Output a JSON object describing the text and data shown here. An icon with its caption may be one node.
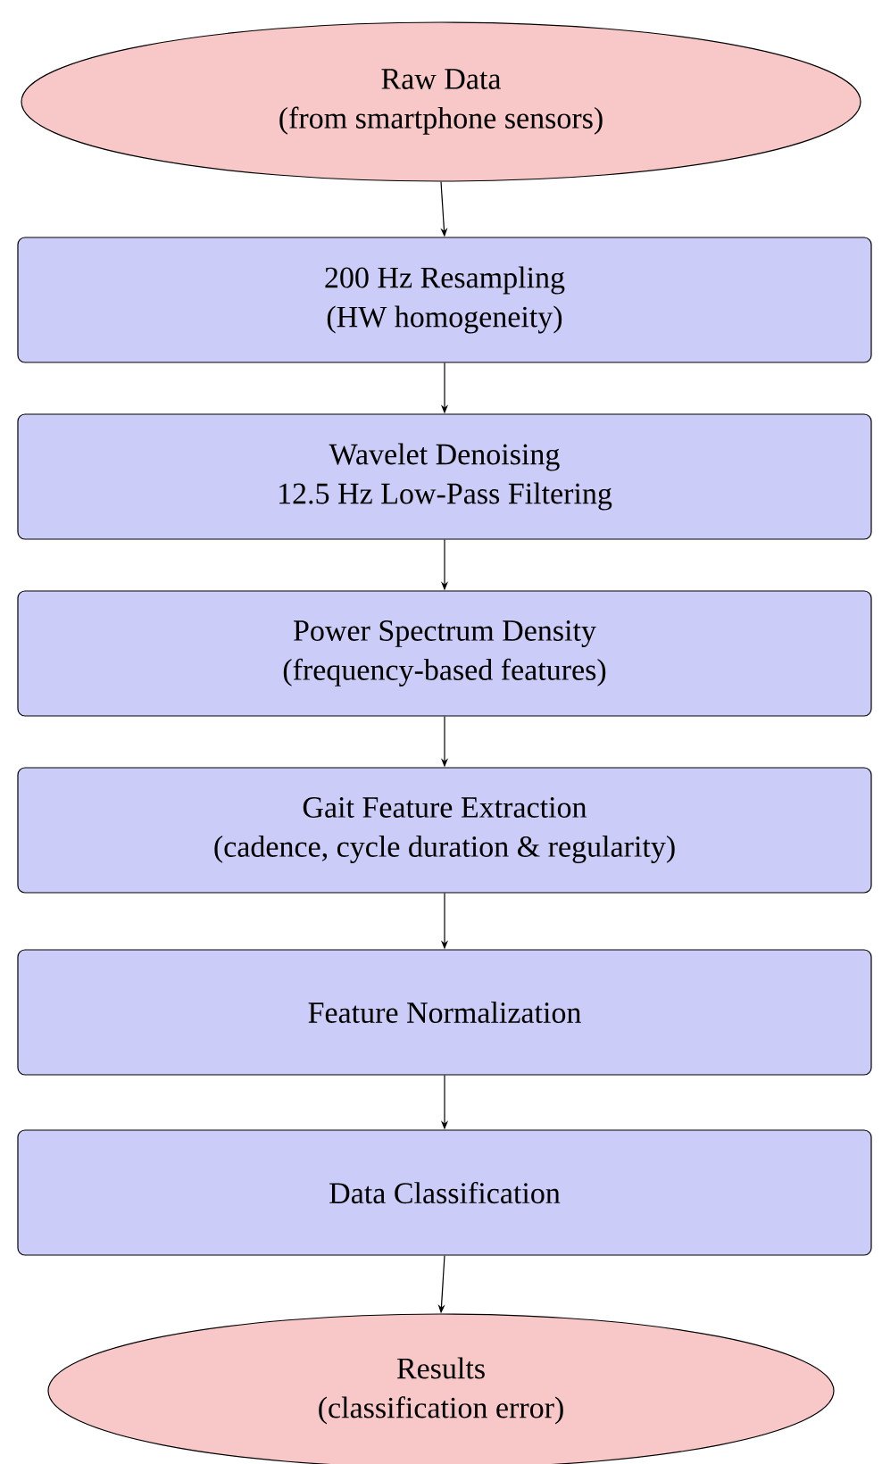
{
  "diagram": {
    "nodes": [
      {
        "text": [
          "Raw Data",
          "(from smartphone sensors)"
        ]
      },
      {
        "text": [
          "200 Hz Resampling",
          "(HW homogeneity)"
        ]
      },
      {
        "text": [
          "Wavelet Denoising",
          "12.5 Hz Low-Pass Filtering"
        ]
      },
      {
        "text": [
          "Power Spectrum Density",
          "(frequency-based features)"
        ]
      },
      {
        "text": [
          "Gait Feature Extraction",
          "(cadence, cycle duration & regularity)"
        ]
      },
      {
        "text": [
          "Feature Normalization"
        ]
      },
      {
        "text": [
          "Data Classification"
        ]
      },
      {
        "text": [
          "Results",
          "(classification error)"
        ]
      }
    ],
    "edges": [
      {
        "from": 0,
        "to": 1,
        "arrow": "to"
      },
      {
        "from": 1,
        "to": 2,
        "arrow": "to"
      },
      {
        "from": 2,
        "to": 3,
        "arrow": "to"
      },
      {
        "from": 3,
        "to": 4,
        "arrow": "to"
      },
      {
        "from": 4,
        "to": 5,
        "arrow": "to"
      },
      {
        "from": 5,
        "to": 6,
        "arrow": "to"
      },
      {
        "from": 6,
        "to": 7,
        "arrow": "to"
      }
    ]
  }
}
